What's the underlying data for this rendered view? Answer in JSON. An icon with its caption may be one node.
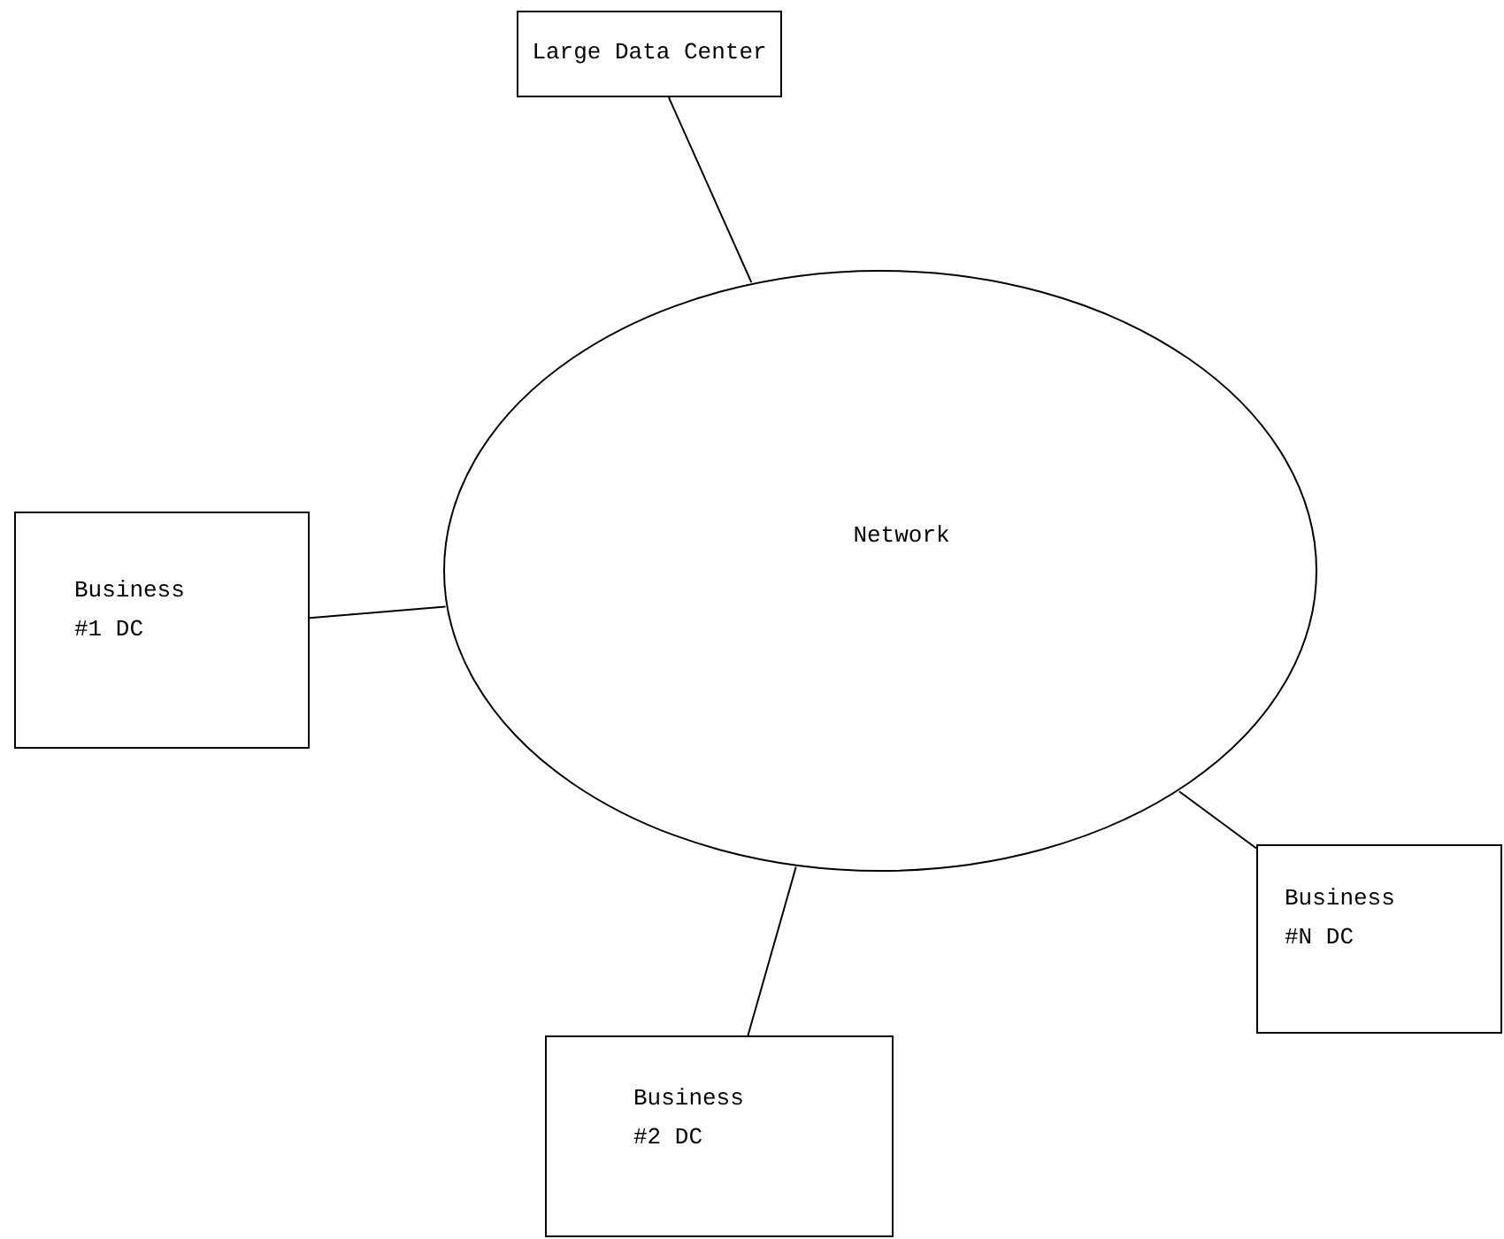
{
  "diagram": {
    "nodes": [
      {
        "text": [
          "Large Data Center"
        ]
      },
      {
        "text": [
          "Network"
        ]
      },
      {
        "text": [
          "Business #1 DC"
        ]
      },
      {
        "text": [
          "Business #N DC"
        ]
      },
      {
        "text": [
          "Business #2 DC"
        ]
      }
    ],
    "edges": [
      {
        "from": 0,
        "to": 1,
        "arrow": "none"
      },
      {
        "from": 2,
        "to": 1,
        "arrow": "none"
      },
      {
        "from": 1,
        "to": 3,
        "arrow": "none"
      },
      {
        "from": 1,
        "to": 4,
        "arrow": "none"
      }
    ]
  }
}
